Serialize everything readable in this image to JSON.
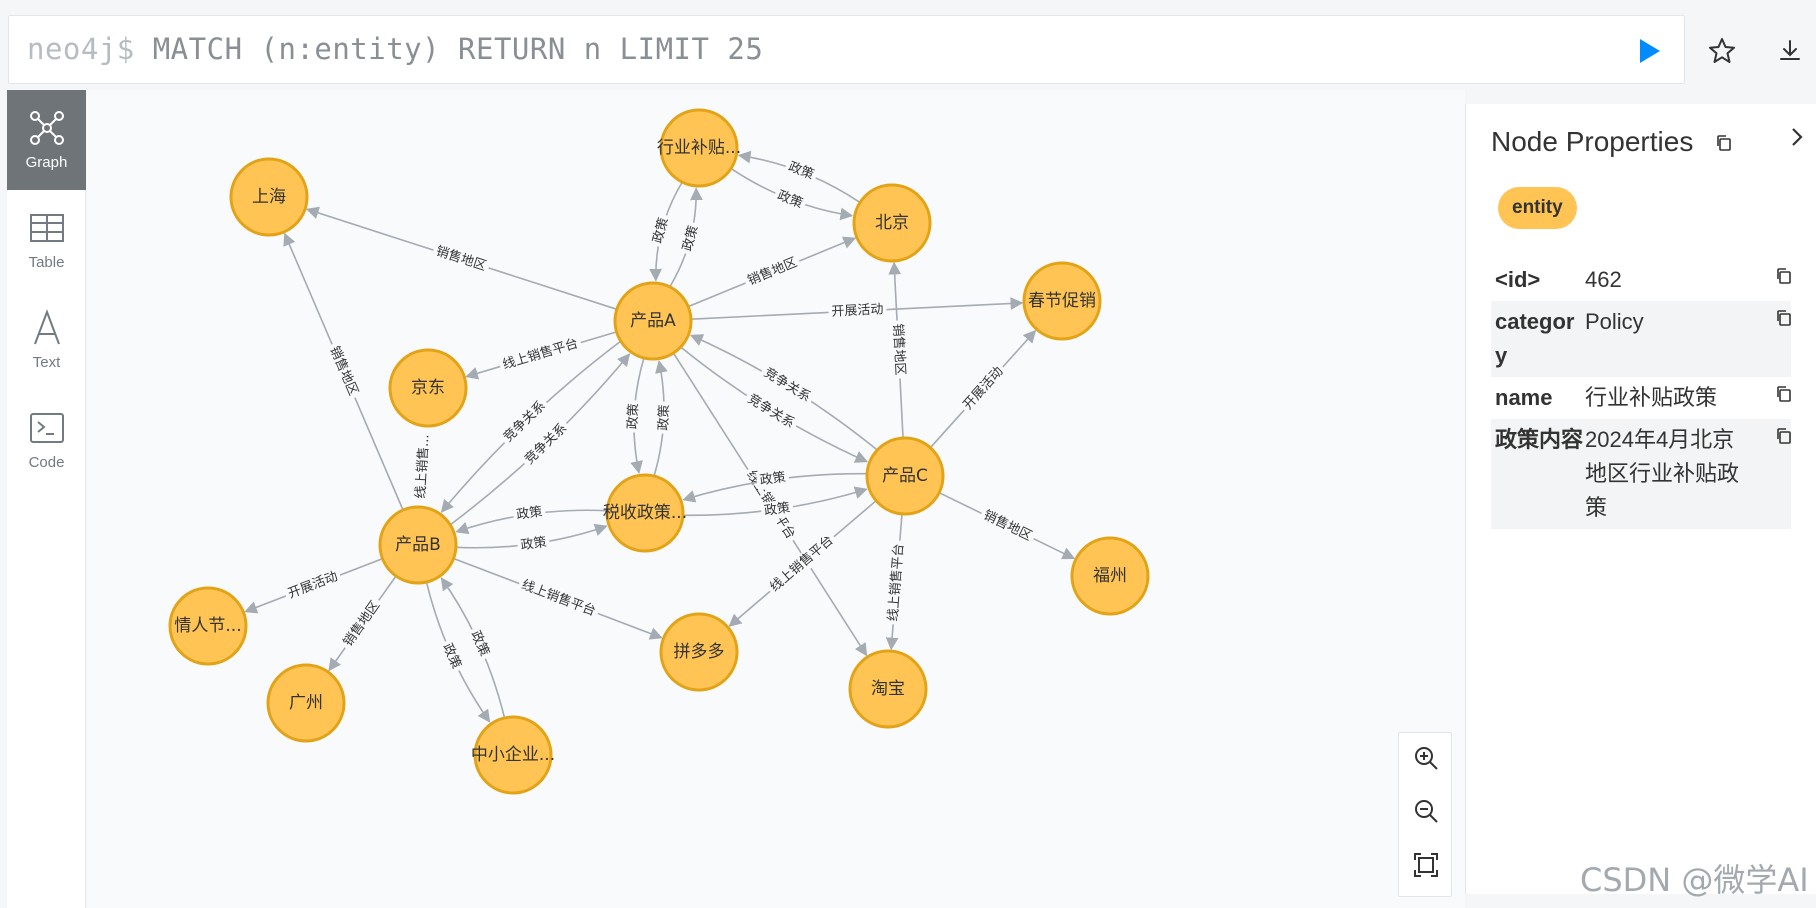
{
  "editor": {
    "prompt": "neo4j$",
    "query": " MATCH (n:entity) RETURN n LIMIT 25"
  },
  "toolbar": {
    "items": [
      {
        "label": "Graph",
        "icon": "graph-icon",
        "active": true
      },
      {
        "label": "Table",
        "icon": "table-icon",
        "active": false
      },
      {
        "label": "Text",
        "icon": "text-icon",
        "active": false
      },
      {
        "label": "Code",
        "icon": "code-icon",
        "active": false
      }
    ]
  },
  "graph": {
    "nodes": [
      {
        "id": "xingye",
        "label": "行业补贴..."
      },
      {
        "id": "beijing",
        "label": "北京"
      },
      {
        "id": "shanghai",
        "label": "上海"
      },
      {
        "id": "chanpinA",
        "label": "产品A"
      },
      {
        "id": "chunjie",
        "label": "春节促销"
      },
      {
        "id": "jingdong",
        "label": "京东"
      },
      {
        "id": "chanpinC",
        "label": "产品C"
      },
      {
        "id": "shuishou",
        "label": "税收政策..."
      },
      {
        "id": "chanpinB",
        "label": "产品B"
      },
      {
        "id": "fuzhou",
        "label": "福州"
      },
      {
        "id": "qingren",
        "label": "情人节..."
      },
      {
        "id": "pinduoduo",
        "label": "拼多多"
      },
      {
        "id": "taobao",
        "label": "淘宝"
      },
      {
        "id": "guangzhou",
        "label": "广州"
      },
      {
        "id": "zhongxiao",
        "label": "中小企业..."
      }
    ],
    "relationships": [
      {
        "source": "xingye",
        "target": "beijing",
        "label": "政策"
      },
      {
        "source": "beijing",
        "target": "xingye",
        "label": "政策"
      },
      {
        "source": "chanpinA",
        "target": "xingye",
        "label": "政策"
      },
      {
        "source": "xingye",
        "target": "chanpinA",
        "label": "政策"
      },
      {
        "source": "chanpinA",
        "target": "shanghai",
        "label": "销售地区"
      },
      {
        "source": "chanpinA",
        "target": "beijing",
        "label": "销售地区"
      },
      {
        "source": "chanpinA",
        "target": "chunjie",
        "label": "开展活动"
      },
      {
        "source": "chanpinA",
        "target": "jingdong",
        "label": "线上销售平台"
      },
      {
        "source": "chanpinA",
        "target": "chanpinC",
        "label": "竞争关系"
      },
      {
        "source": "chanpinC",
        "target": "chanpinA",
        "label": "竞争关系"
      },
      {
        "source": "chanpinB",
        "target": "chanpinA",
        "label": "竞争关系"
      },
      {
        "source": "chanpinA",
        "target": "chanpinB",
        "label": "竞争关系"
      },
      {
        "source": "shuishou",
        "target": "chanpinA",
        "label": "政策"
      },
      {
        "source": "chanpinA",
        "target": "shuishou",
        "label": "政策"
      },
      {
        "source": "chanpinA",
        "target": "taobao",
        "label": "线上销售平台"
      },
      {
        "source": "chanpinC",
        "target": "beijing",
        "label": "销售地区"
      },
      {
        "source": "chanpinC",
        "target": "chunjie",
        "label": "开展活动"
      },
      {
        "source": "shuishou",
        "target": "chanpinC",
        "label": "政策"
      },
      {
        "source": "chanpinC",
        "target": "shuishou",
        "label": "政策"
      },
      {
        "source": "chanpinC",
        "target": "fuzhou",
        "label": "销售地区"
      },
      {
        "source": "chanpinC",
        "target": "pinduoduo",
        "label": "线上销售平台"
      },
      {
        "source": "chanpinC",
        "target": "taobao",
        "label": "线上销售平台"
      },
      {
        "source": "chanpinB",
        "target": "shanghai",
        "label": "销售地区"
      },
      {
        "source": "chanpinB",
        "target": "jingdong",
        "label": "线上销售..."
      },
      {
        "source": "chanpinB",
        "target": "shuishou",
        "label": "政策"
      },
      {
        "source": "shuishou",
        "target": "chanpinB",
        "label": "政策"
      },
      {
        "source": "chanpinB",
        "target": "qingren",
        "label": "开展活动"
      },
      {
        "source": "chanpinB",
        "target": "guangzhou",
        "label": "销售地区"
      },
      {
        "source": "chanpinB",
        "target": "pinduoduo",
        "label": "线上销售平台"
      },
      {
        "source": "chanpinB",
        "target": "zhongxiao",
        "label": "政策"
      },
      {
        "source": "zhongxiao",
        "target": "chanpinB",
        "label": "政策"
      }
    ]
  },
  "panel": {
    "title": "Node Properties",
    "label_badge": "entity",
    "properties": [
      {
        "key": "<id>",
        "value": "462"
      },
      {
        "key": "category",
        "value": "Policy"
      },
      {
        "key": "name",
        "value": "行业补贴政策"
      },
      {
        "key": "政策内容",
        "value": "2024年4月北京地区行业补贴政策"
      }
    ]
  },
  "colors": {
    "node_fill": "#ffc454",
    "node_stroke": "#e3a317",
    "run_button": "#018bff",
    "active_tool": "#6f7479"
  },
  "watermark": "CSDN @微学AI"
}
